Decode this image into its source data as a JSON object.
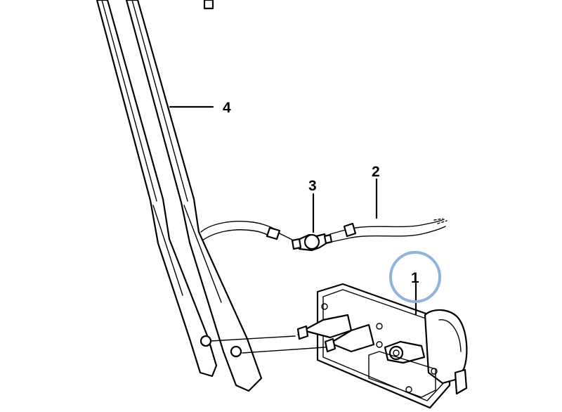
{
  "callouts": [
    {
      "id": "callout-1",
      "label": "1"
    },
    {
      "id": "callout-2",
      "label": "2"
    },
    {
      "id": "callout-3",
      "label": "3"
    },
    {
      "id": "callout-4",
      "label": "4"
    }
  ],
  "highlight_color": "#8fb4dc"
}
